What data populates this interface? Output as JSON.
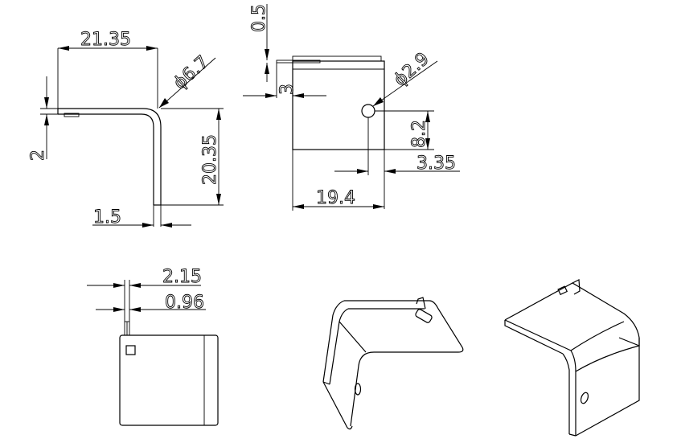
{
  "dimensions": {
    "top_width": "21.35",
    "bend_diameter": "ϕ6.7",
    "flange_height": "20.35",
    "thickness": "1.5",
    "left_offset": "2",
    "tab_thickness": "0.5",
    "tab_offset": "3",
    "hole_diameter": "ϕ2.9",
    "hole_vertical": "8.2",
    "hole_horizontal": "3.35",
    "front_width": "19.4",
    "side_offset_a": "2.15",
    "side_offset_b": "0.96"
  }
}
